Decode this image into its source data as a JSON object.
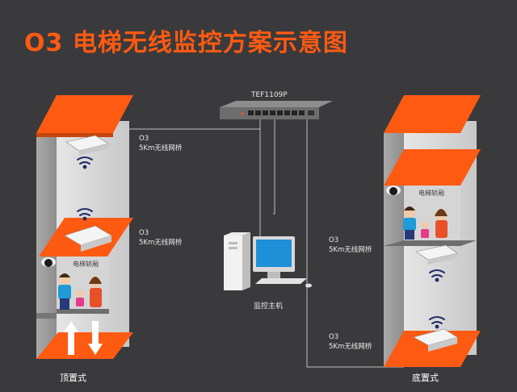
{
  "title": "O3 电梯无线监控方案示意图",
  "switch": {
    "model": "TEF1109P"
  },
  "host": {
    "label": "监控主机"
  },
  "left_shaft": {
    "caption": "顶置式",
    "car_label": "电梯轿厢",
    "bridge_top": {
      "line1": "O3",
      "line2": "5Km无线网桥"
    },
    "bridge_car": {
      "line1": "O3",
      "line2": "5Km无线网桥"
    }
  },
  "right_shaft": {
    "caption": "底置式",
    "car_label": "电梯轿厢",
    "bridge_car": {
      "line1": "O3",
      "line2": "5Km无线网桥"
    },
    "bridge_bottom": {
      "line1": "O3",
      "line2": "5Km无线网桥"
    }
  },
  "colors": {
    "accent": "#ff5a12",
    "background": "#3a3a3c",
    "shaft": "#d9d9d9"
  }
}
